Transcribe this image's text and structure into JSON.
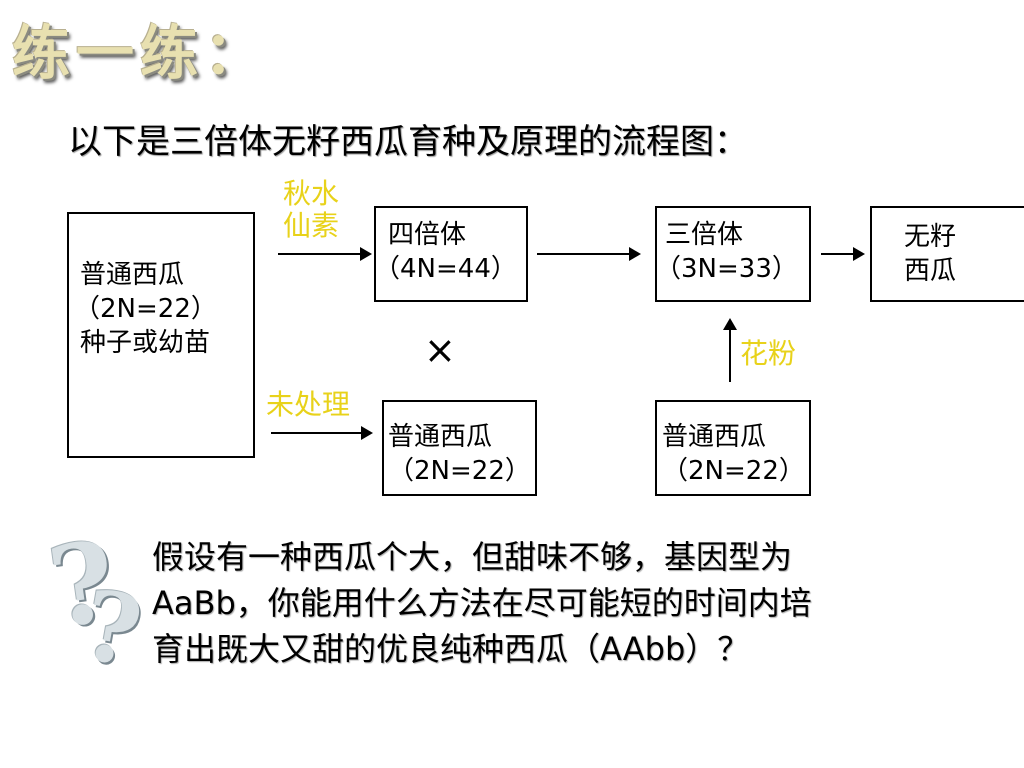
{
  "heading": "练一练：",
  "intro": "以下是三倍体无籽西瓜育种及原理的流程图：",
  "diagram": {
    "start_box": {
      "line1": "普通西瓜",
      "line2": "（2N=22）",
      "line3": "种子或幼苗"
    },
    "treatment_top": {
      "line1": "秋水",
      "line2": "仙素"
    },
    "treatment_bottom": "未处理",
    "tetraploid_box": {
      "line1": "四倍体",
      "line2": "（4N=44）"
    },
    "triploid_box": {
      "line1": "三倍体",
      "line2": "（3N=33）"
    },
    "seedless_box": {
      "line1": "无籽",
      "line2": "西瓜"
    },
    "normal_box_left": {
      "line1": "普通西瓜",
      "line2": "（2N=22）"
    },
    "normal_box_right": {
      "line1": "普通西瓜",
      "line2": "（2N=22）"
    },
    "cross_symbol": "×",
    "pollen_label": "花粉"
  },
  "question": {
    "line1": "假设有一种西瓜个大，但甜味不够，基因型为",
    "line2": "AaBb，你能用什么方法在尽可能短的时间内培",
    "line3": "育出既大又甜的优良纯种西瓜（AAbb）？"
  },
  "decor": {
    "qmark1": "?",
    "qmark2": "?"
  },
  "colors": {
    "annotation": "#e8d21a",
    "heading": "#e8e0b0"
  }
}
